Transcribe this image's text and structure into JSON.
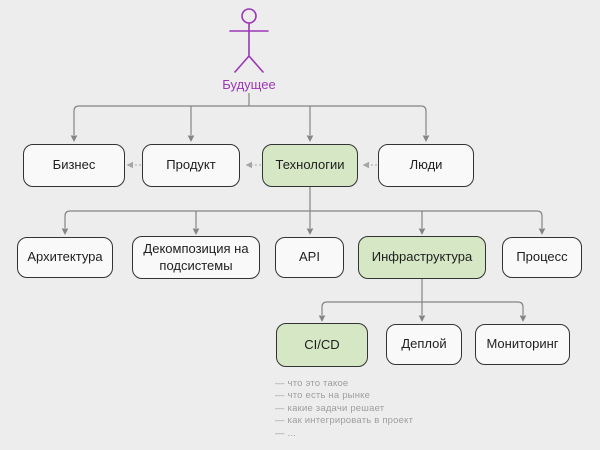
{
  "actor": {
    "label": "Будущее",
    "icon": "stick-figure"
  },
  "tree": {
    "level1": [
      {
        "label": "Бизнес",
        "highlighted": false
      },
      {
        "label": "Продукт",
        "highlighted": false
      },
      {
        "label": "Технологии",
        "highlighted": true
      },
      {
        "label": "Люди",
        "highlighted": false
      }
    ],
    "level2": [
      {
        "label": "Архитектура",
        "highlighted": false
      },
      {
        "label": "Декомпозиция на подсистемы",
        "highlighted": false
      },
      {
        "label": "API",
        "highlighted": false
      },
      {
        "label": "Инфраструктура",
        "highlighted": true
      },
      {
        "label": "Процесс",
        "highlighted": false
      }
    ],
    "level3": [
      {
        "label": "CI/CD",
        "highlighted": true
      },
      {
        "label": "Деплой",
        "highlighted": false
      },
      {
        "label": "Мониторинг",
        "highlighted": false
      }
    ]
  },
  "edges": {
    "solid": [
      [
        "Будущее",
        "Бизнес"
      ],
      [
        "Будущее",
        "Продукт"
      ],
      [
        "Будущее",
        "Технологии"
      ],
      [
        "Будущее",
        "Люди"
      ],
      [
        "Технологии",
        "Архитектура"
      ],
      [
        "Технологии",
        "Декомпозиция на подсистемы"
      ],
      [
        "Технологии",
        "API"
      ],
      [
        "Технологии",
        "Инфраструктура"
      ],
      [
        "Технологии",
        "Процесс"
      ],
      [
        "Инфраструктура",
        "CI/CD"
      ],
      [
        "Инфраструктура",
        "Деплой"
      ],
      [
        "Инфраструктура",
        "Мониторинг"
      ]
    ],
    "dashed": [
      [
        "Люди",
        "Технологии"
      ],
      [
        "Технологии",
        "Продукт"
      ],
      [
        "Продукт",
        "Бизнес"
      ]
    ]
  },
  "notes": {
    "items": [
      "— что это такое",
      "— что есть на рынке",
      "— какие задачи решает",
      "— как интегрировать в проект",
      "— ..."
    ]
  },
  "colors": {
    "background": "#ededed",
    "node_fill": "#f9f9f9",
    "node_border": "#333333",
    "highlight_fill": "#d5e7c4",
    "connector": "#858585",
    "dashed_connector": "#a6a6a6",
    "actor": "#9b37b5",
    "node_text": "#1e1e1e",
    "notes_text": "#9e9e9e"
  }
}
